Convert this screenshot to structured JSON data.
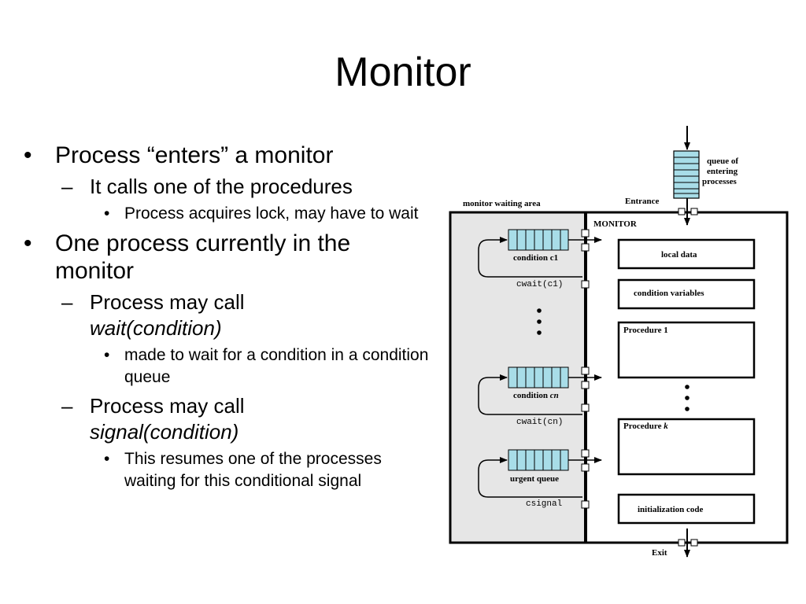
{
  "title": "Monitor",
  "bullets": {
    "b1": "Process “enters” a monitor",
    "b1_1": "It calls one of the procedures",
    "b1_1_1": "Process acquires lock, may have to wait",
    "b2": "One process currently in the monitor",
    "b2_1_a": "Process may call",
    "b2_1_b": "wait(condition)",
    "b2_1_1": "made to wait for a condition in a condition queue",
    "b2_2_a": "Process may call",
    "b2_2_b": "signal(condition)",
    "b2_2_1": "This resumes one of the processes waiting for this conditional signal"
  },
  "diagram": {
    "queue_of_entering": [
      "queue of",
      "entering",
      "processes"
    ],
    "entrance": "Entrance",
    "waiting_area": "monitor waiting area",
    "monitor": "MONITOR",
    "condition_c1": "condition c1",
    "cwait_c1": "cwait(c1)",
    "condition_cn_a": "condition ",
    "condition_cn_b": "cn",
    "cwait_cn": "cwait(cn)",
    "urgent_queue": "urgent queue",
    "csignal": "csignal",
    "local_data": "local data",
    "condition_variables": "condition variables",
    "procedure_1": "Procedure 1",
    "procedure_k_a": "Procedure ",
    "procedure_k_b": "k",
    "initialization_code": "initialization code",
    "exit": "Exit",
    "queue_fill": "#a8dde8"
  }
}
